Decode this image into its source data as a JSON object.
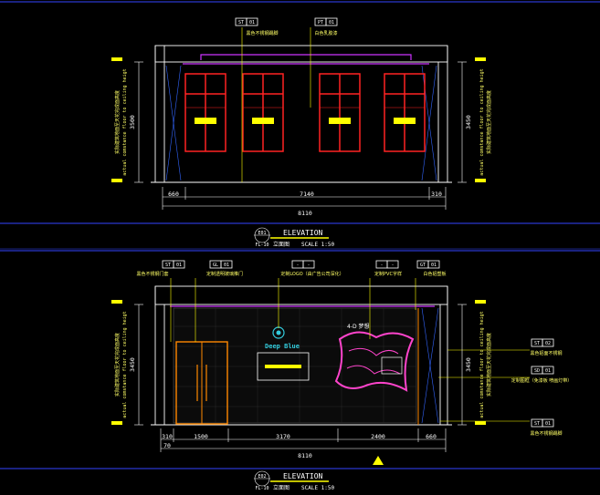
{
  "colors": {
    "background": "#000000",
    "panel_border": "#3344ff",
    "wall": "#ffffff",
    "window_frame": "#ff2222",
    "ceiling": "#cc33ff",
    "dimension": "#ffffff",
    "annotation": "#ffff66",
    "guide": "#ffff00",
    "hatch": "#1a1a1a"
  },
  "elevations": [
    {
      "id": "E01",
      "sheet": "FL-10",
      "heading": "ELEVATION",
      "title_cn": "立面图",
      "scale": "SCALE 1:50",
      "height_left": "3500",
      "height_right": "3450",
      "height_labels": {
        "left_en": "actual comstance floor to ceiling heigt",
        "left_cn": "实际建筑地面至天花完成面高度",
        "right_en": "actual comstance floor to ceiling heigt",
        "right_cn": "实际建筑地面至天花完成面高度"
      },
      "dims_segments": [
        "660",
        "7140",
        "310"
      ],
      "dim_total": "8110",
      "tags": [
        {
          "code": "ST",
          "num": "01",
          "note": "黑色不锈钢踢脚"
        },
        {
          "code": "PT",
          "num": "01",
          "note": "白色乳胶漆"
        }
      ],
      "window_count": 4
    },
    {
      "id": "E02",
      "sheet": "FL-10",
      "heading": "ELEVATION",
      "title_cn": "立面图",
      "scale": "SCALE 1:50",
      "height_left": "3450",
      "height_right": "3450",
      "height_labels": {
        "left_en": "actual comstance floor to ceiling heigt",
        "left_cn": "实际建筑地面至天花完成面高度",
        "right_en": "actual comstance floor to ceiling heigt",
        "right_cn": "实际建筑地面至天花完成面高度"
      },
      "dims_segments": [
        "310",
        "1500",
        "3170",
        "2400",
        "660"
      ],
      "dims_bottom": [
        "70"
      ],
      "dim_total": "8110",
      "top_tags": [
        {
          "code": "ST",
          "num": "01",
          "note": "黑色不锈钢门套"
        },
        {
          "code": "GL",
          "num": "01",
          "note": "定制透明玻璃推门"
        },
        {
          "code": "-",
          "num": "-",
          "note": "定制LOGO（由广告公司深化）"
        },
        {
          "code": "-",
          "num": "-",
          "note": "定制PVC字样"
        },
        {
          "code": "GT",
          "num": "01",
          "note": "白色铝塑板"
        }
      ],
      "right_tags": [
        {
          "code": "ST",
          "num": "02",
          "note": "黑色铝面不锈钢"
        },
        {
          "code": "SD",
          "num": "01",
          "note": "定制图框（免漆板 喷画灯带）"
        },
        {
          "code": "ST",
          "num": "01",
          "note": "黑色不锈钢踢脚"
        }
      ],
      "logo_text": "Deep Blue",
      "art_text": "4-D 梦想"
    }
  ]
}
